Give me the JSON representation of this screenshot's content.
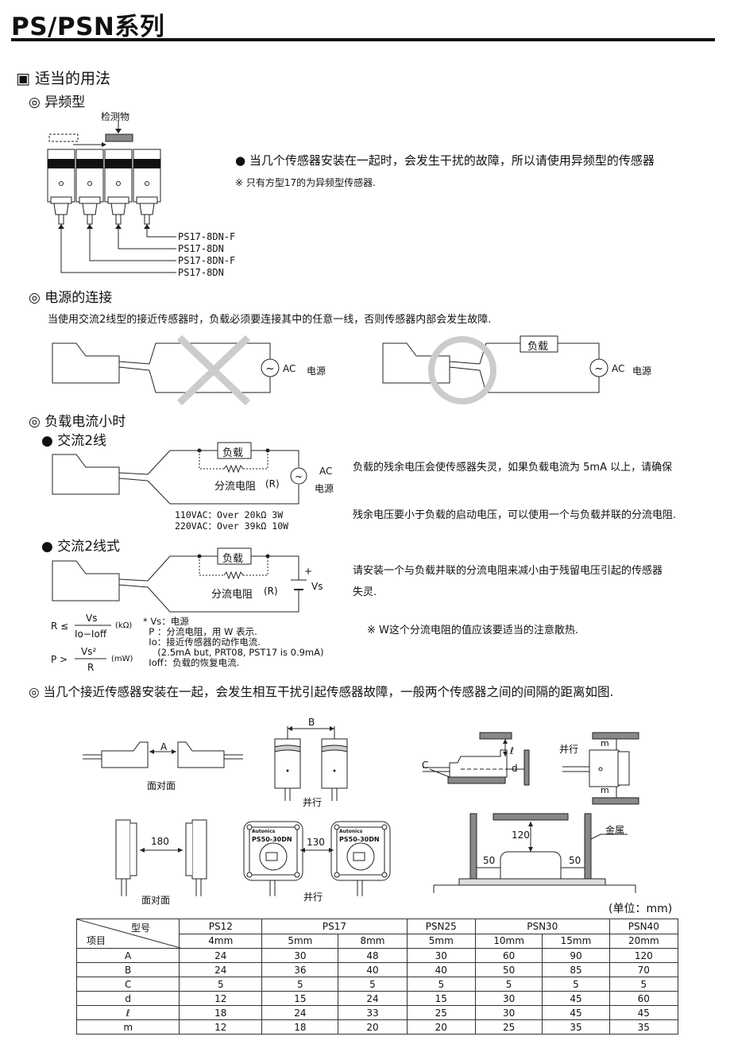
{
  "title": "PS/PSN系列",
  "section_main": "▣ 适当的用法",
  "sec1": {
    "heading": "◎ 异频型",
    "object_label": "检测物",
    "models": [
      "PS17-8DN-F",
      "PS17-8DN",
      "PS17-8DN-F",
      "PS17-8DN"
    ],
    "note": "● 当几个传感器安装在一起时，会发生干扰的故障，所以请使用异频型的传感器",
    "subnote": "※ 只有方型17的为异频型传感器."
  },
  "sec2": {
    "heading": "◎ 电源的连接",
    "desc": "当使用交流2线型的接近传感器时，负载必须要连接其中的任意一线，否则传感器内部会发生故障.",
    "ac_label": "AC",
    "power_label": "电源",
    "load_label": "负载"
  },
  "sec3": {
    "heading": "◎ 负载电流小时",
    "sub1": "● 交流2线",
    "sub2": "● 交流2线式",
    "load_label": "负载",
    "shunt_label": "分流电阻",
    "r_label": "(R)",
    "ac": "AC",
    "power": "电源",
    "vac1": "110VAC：Over 20kΩ 3W",
    "vac2": "220VAC：Over 39kΩ 10W",
    "plus": "+",
    "vs": "Vs",
    "text1": "负载的残余电压会使传感器失灵，如果负载电流为 5mA 以上，请确保",
    "text2": "残余电压要小于负载的启动电压，可以使用一个与负载并联的分流电阻.",
    "text3": "请安装一个与负载并联的分流电阻来减小由于残留电压引起的传感器",
    "text4": "失灵.",
    "note": "※ W这个分流电阻的值应该要适当的注意散热.",
    "formula_r_lhs": "R ≤",
    "formula_r_num": "Vs",
    "formula_r_den": "Io−Ioff",
    "formula_r_unit": "(kΩ)",
    "formula_p_lhs": "P >",
    "formula_p_num": "Vs²",
    "formula_p_den": "R",
    "formula_p_unit": "(mW)",
    "legend": [
      "* Vs：电源",
      "  P ：分流电阻，用 W 表示.",
      "  Io：接近传感器的动作电流.",
      "     (2.5mA but, PRT08, PST17 is 0.9mA)",
      "  Ioff：负载的恢复电流."
    ]
  },
  "sec4": {
    "heading": "◎ 当几个接近传感器安装在一起，会发生相互干扰引起传感器故障，一般两个传感器之间的间隔的距离如图.",
    "face_to_face": "面对面",
    "parallel": "并行",
    "metal": "金属",
    "unit_note": "(单位：mm)",
    "labels": {
      "A": "A",
      "B": "B",
      "C": "C",
      "d": "d",
      "l": "ℓ",
      "m": "m"
    },
    "dims": {
      "v180": "180",
      "v130": "130",
      "v120": "120",
      "v50": "50"
    },
    "ps50_label": "PS50-30DN",
    "brand": "Autonics"
  },
  "table": {
    "corner_top": "型号",
    "corner_bottom": "项目",
    "models": [
      "PS12",
      "PS17",
      "PSN25",
      "PSN30",
      "PSN40"
    ],
    "sizes": [
      "4mm",
      "5mm",
      "8mm",
      "5mm",
      "10mm",
      "15mm",
      "20mm"
    ],
    "rows": [
      {
        "label": "A",
        "values": [
          "24",
          "30",
          "48",
          "30",
          "60",
          "90",
          "120"
        ]
      },
      {
        "label": "B",
        "values": [
          "24",
          "36",
          "40",
          "40",
          "50",
          "85",
          "70"
        ]
      },
      {
        "label": "C",
        "values": [
          "5",
          "5",
          "5",
          "5",
          "5",
          "5",
          "5"
        ]
      },
      {
        "label": "d",
        "values": [
          "12",
          "15",
          "24",
          "15",
          "30",
          "45",
          "60"
        ]
      },
      {
        "label": "ℓ",
        "values": [
          "18",
          "24",
          "33",
          "25",
          "30",
          "45",
          "45"
        ]
      },
      {
        "label": "m",
        "values": [
          "12",
          "18",
          "20",
          "20",
          "25",
          "35",
          "35"
        ]
      }
    ]
  }
}
